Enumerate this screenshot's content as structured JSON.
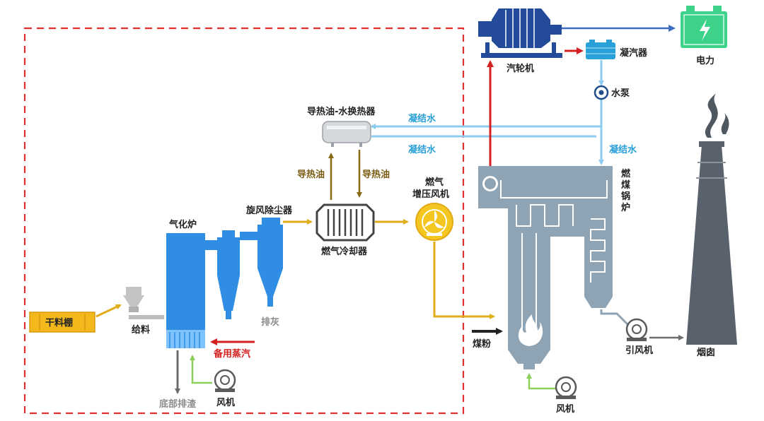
{
  "labels": {
    "gasifier": "气化炉",
    "cyclone": "旋风除尘器",
    "gas_cooler": "燃气冷却器",
    "heat_exchanger": "导热油-水换热器",
    "oil_left": "导热油",
    "oil_right": "导热油",
    "booster_fan": "燃气\n增压风机",
    "condensate_top": "凝结水",
    "condensate_mid": "凝结水",
    "condensate_right": "凝结水",
    "turbine": "汽轮机",
    "condenser": "凝汽器",
    "power": "电力",
    "pump": "水泵",
    "boiler": "燃煤锅炉",
    "coal_powder": "煤粉",
    "induced_fan": "引风机",
    "chimney": "烟囱",
    "dry_shed": "干料棚",
    "feed": "给料",
    "ash_discharge": "排灰",
    "backup_steam": "备用蒸汽",
    "bottom_slag": "底部排渣",
    "fan_left": "风机",
    "fan_right": "风机"
  },
  "colors": {
    "gasifier_blue": "#2f8de4",
    "boiler_gray": "#8ea3b3",
    "gas_arrow": "#e0ac1b",
    "oil_arrow": "#8a6a16",
    "water_line": "#8ccdf0",
    "steam_red": "#d42020",
    "air_green": "#8ccf5a",
    "power_green": "#3dd28a",
    "turbine_navy": "#244a9a",
    "dashed_red": "#e03030"
  },
  "icons": {
    "turbine": "turbine-icon",
    "condenser": "condenser-icon",
    "power": "battery-icon",
    "pump": "pump-icon",
    "fan": "fan-icon",
    "flame": "flame-icon",
    "chimney": "chimney-icon"
  }
}
